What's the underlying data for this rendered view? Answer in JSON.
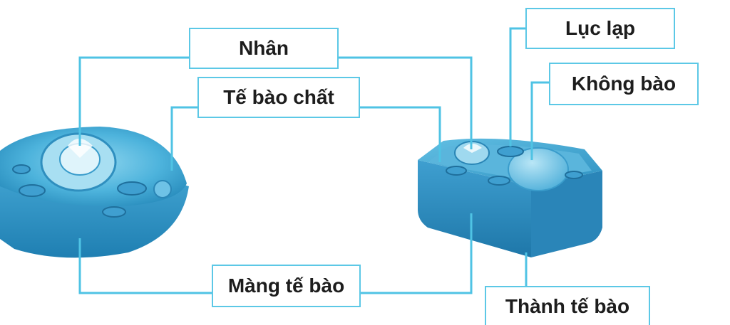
{
  "labels": {
    "nucleus": "Nhân",
    "cytoplasm": "Tế bào chất",
    "cell_membrane": "Màng tế bào",
    "chloroplast": "Lục lạp",
    "vacuole": "Không bào",
    "cell_wall": "Thành tế bào"
  },
  "colors": {
    "leader_line": "#4fc3e4",
    "label_border": "#5cc8e6",
    "cell_fill": "#3aa9d3"
  }
}
